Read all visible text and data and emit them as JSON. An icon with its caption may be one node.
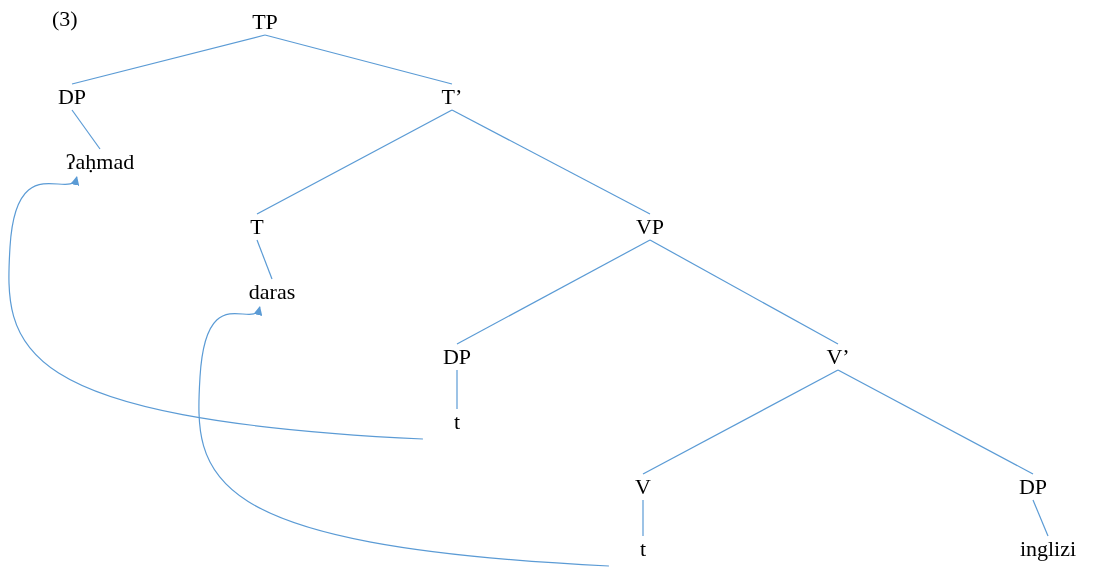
{
  "diagram": {
    "nodes": [
      {
        "text": [
          "TP"
        ]
      },
      {
        "text": [
          "DP"
        ]
      },
      {
        "text": [
          "T’"
        ]
      },
      {
        "text": [
          "ʔaḥmad"
        ]
      },
      {
        "text": [
          "T"
        ]
      },
      {
        "text": [
          "VP"
        ]
      },
      {
        "text": [
          "daras"
        ]
      },
      {
        "text": [
          "DP"
        ]
      },
      {
        "text": [
          "V’"
        ]
      },
      {
        "text": [
          "t"
        ]
      },
      {
        "text": [
          "V"
        ]
      },
      {
        "text": [
          "DP"
        ]
      },
      {
        "text": [
          "t"
        ]
      },
      {
        "text": [
          "inglizi"
        ]
      }
    ],
    "edges": [
      {
        "from": 0,
        "to": 1,
        "arrow": "none"
      },
      {
        "from": 0,
        "to": 2,
        "arrow": "none"
      },
      {
        "from": 1,
        "to": 3,
        "arrow": "none"
      },
      {
        "from": 2,
        "to": 4,
        "arrow": "none"
      },
      {
        "from": 2,
        "to": 5,
        "arrow": "none"
      },
      {
        "from": 4,
        "to": 6,
        "arrow": "none"
      },
      {
        "from": 5,
        "to": 7,
        "arrow": "none"
      },
      {
        "from": 5,
        "to": 8,
        "arrow": "none"
      },
      {
        "from": 7,
        "to": 9,
        "arrow": "none"
      },
      {
        "from": 8,
        "to": 10,
        "arrow": "none"
      },
      {
        "from": 8,
        "to": 11,
        "arrow": "none"
      },
      {
        "from": 10,
        "to": 12,
        "arrow": "none"
      },
      {
        "from": 11,
        "to": 13,
        "arrow": "none"
      },
      {
        "from": 9,
        "to": 3,
        "arrow": "to"
      },
      {
        "from": 12,
        "to": 6,
        "arrow": "to"
      }
    ],
    "labels": [
      "(3)"
    ]
  }
}
